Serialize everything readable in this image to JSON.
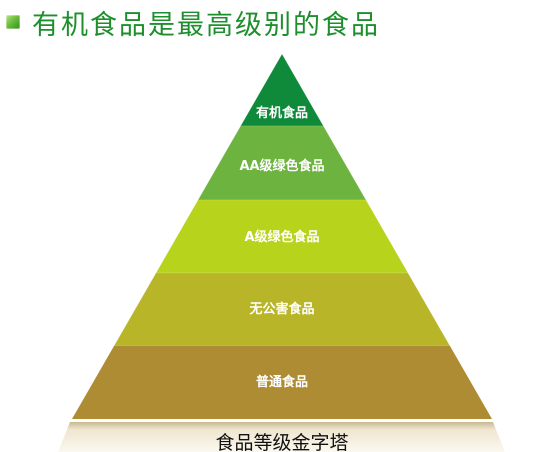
{
  "header": {
    "title": "有机食品是最高级别的食品"
  },
  "pyramid": {
    "levels": [
      {
        "label": "有机食品",
        "color": "#0f8a3a"
      },
      {
        "label": "AA级绿色食品",
        "color": "#6db33f"
      },
      {
        "label": "A级绿色食品",
        "color": "#b8d31b"
      },
      {
        "label": "无公害食品",
        "color": "#b9b528"
      },
      {
        "label": "普通食品",
        "color": "#ae8c33"
      }
    ],
    "base_label": "食品等级金字塔",
    "base_color": "#efe6d0"
  },
  "icons": {
    "title_bullet": "green-square-bullet-icon"
  }
}
